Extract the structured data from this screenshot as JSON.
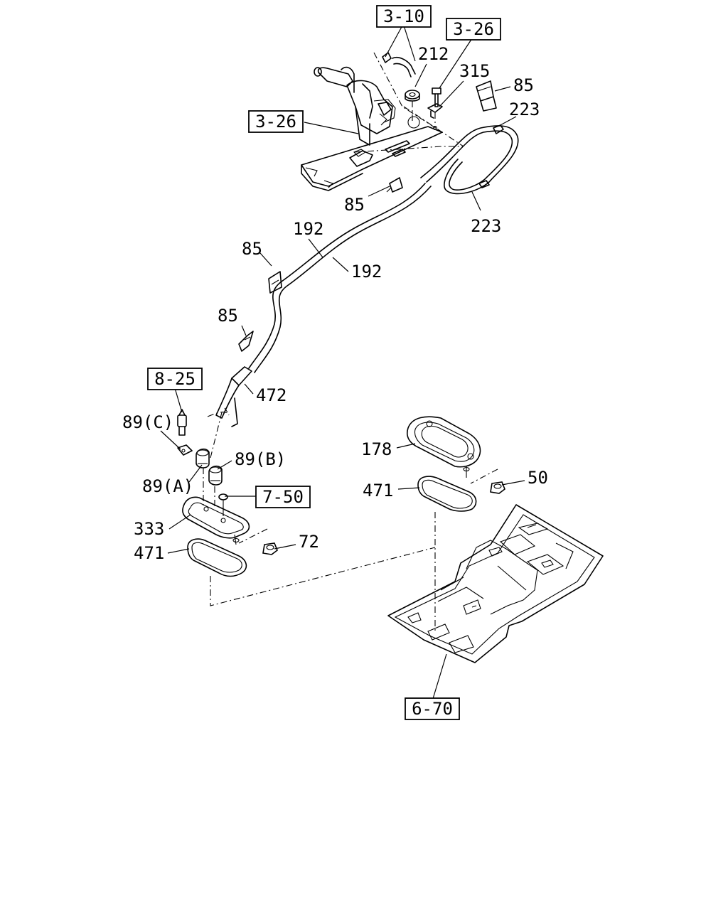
{
  "diagram": {
    "references": {
      "ref_3_10": "3-10",
      "ref_3_26_top": "3-26",
      "ref_3_26_left": "3-26",
      "ref_8_25": "8-25",
      "ref_7_50": "7-50",
      "ref_6_70": "6-70"
    },
    "labels": {
      "p212": "212",
      "p315": "315",
      "p85_top": "85",
      "p223_top": "223",
      "p223_bottom": "223",
      "p85_mid": "85",
      "p192_top": "192",
      "p192_bottom": "192",
      "p85_left": "85",
      "p85_lower": "85",
      "p472": "472",
      "p89c": "89(C)",
      "p89b": "89(B)",
      "p89a": "89(A)",
      "p178": "178",
      "p50": "50",
      "p471_right": "471",
      "p333": "333",
      "p471_left": "471",
      "p72": "72"
    }
  }
}
